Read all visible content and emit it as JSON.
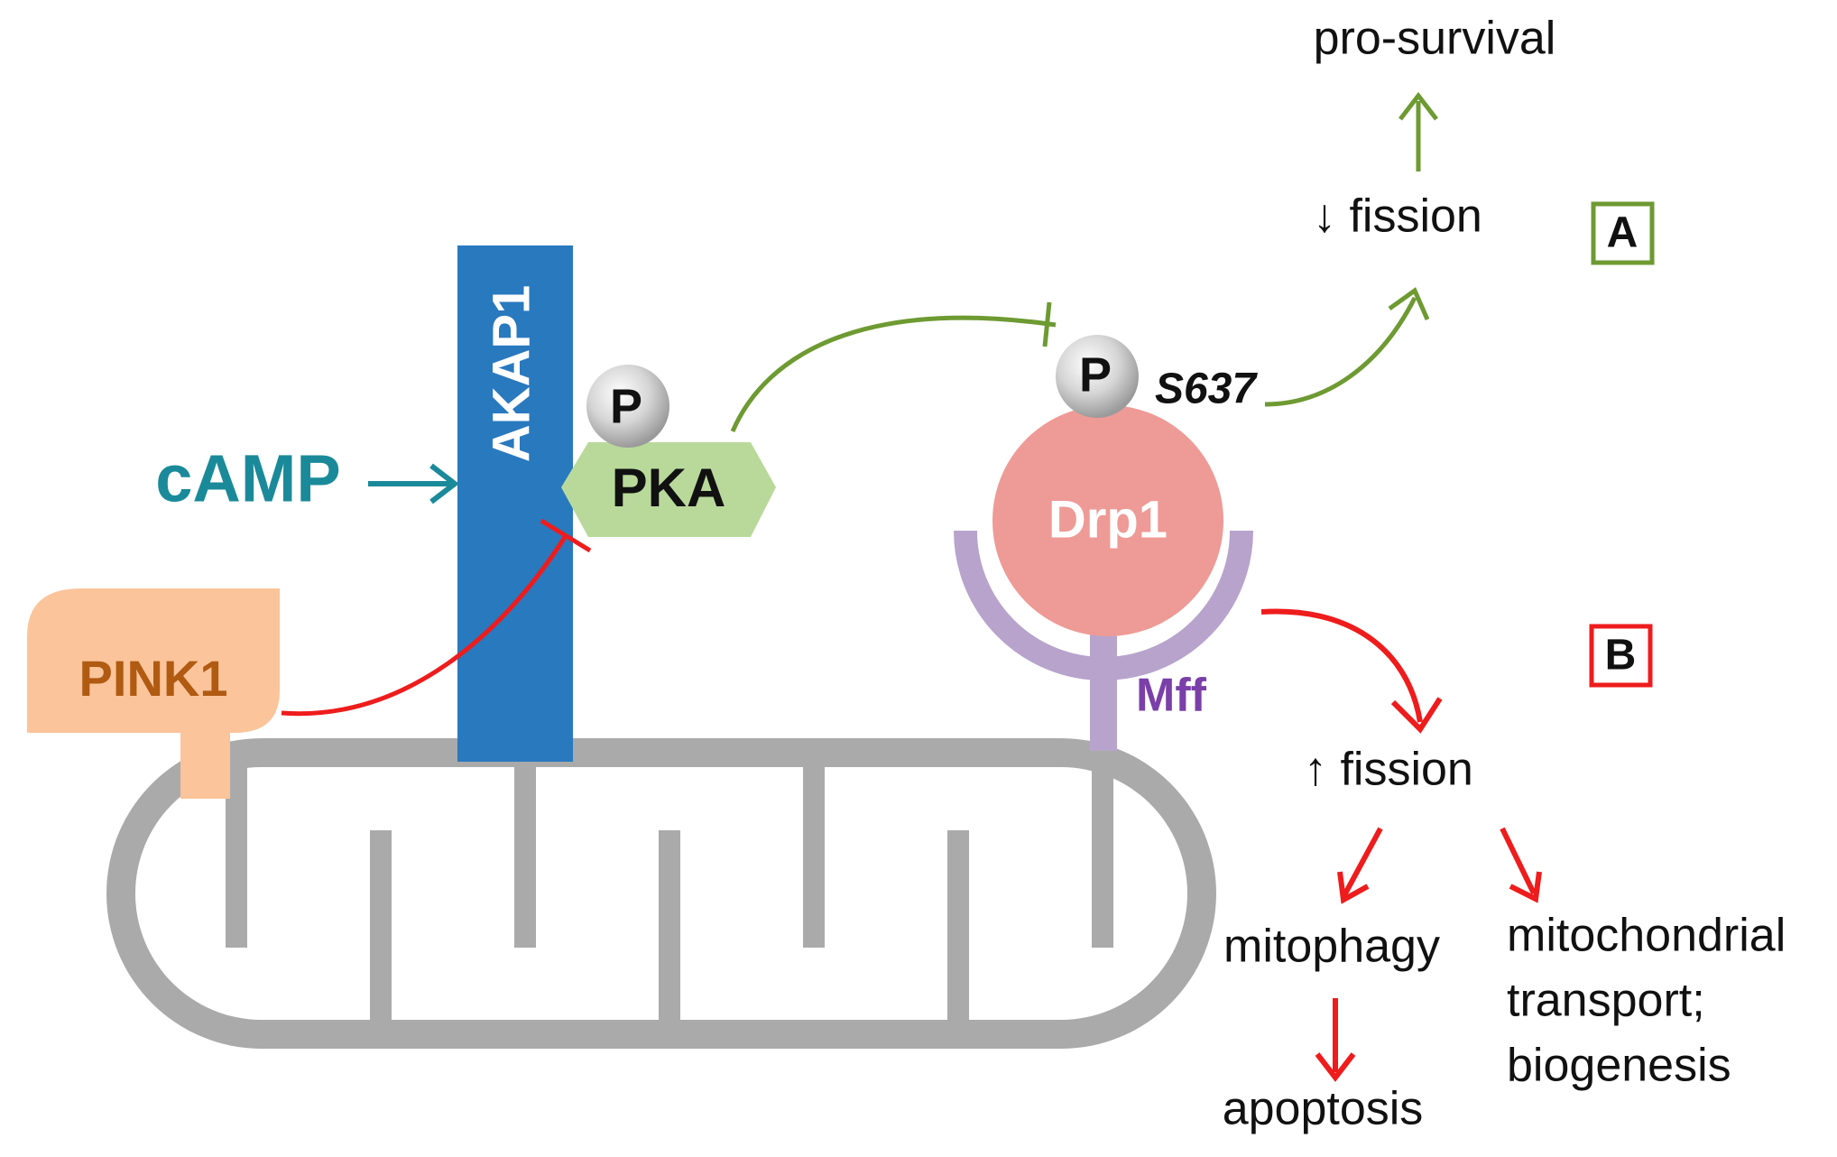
{
  "labels": {
    "camp": "cAMP",
    "akap1": "AKAP1",
    "pka": "PKA",
    "pka_p": "P",
    "drp1_p": "P",
    "s637": "S637",
    "drp1": "Drp1",
    "mff": "Mff",
    "pink1": "PINK1",
    "pro_survival": "pro-survival",
    "fission_down": "↓ fission",
    "fission_up": "↑ fission",
    "box_a": "A",
    "box_b": "B",
    "mitophagy": "mitophagy",
    "apoptosis": "apoptosis",
    "transport_line1": "mitochondrial",
    "transport_line2": "transport;",
    "transport_line3": "biogenesis"
  },
  "colors": {
    "camp": "#1a8a9a",
    "akap1": "#2979be",
    "pka": "#b9d99b",
    "drp1": "#ee9a96",
    "mff": "#b8a3cc",
    "mff_text": "#7a3fa8",
    "pink1_fill": "#fbc49a",
    "pink1_text": "#b05a12",
    "mitochondrion": "#aaaaaa",
    "pathway_a": "#6e9a32",
    "pathway_b": "#ee1c1c",
    "phospho": "#bdbdbd"
  }
}
